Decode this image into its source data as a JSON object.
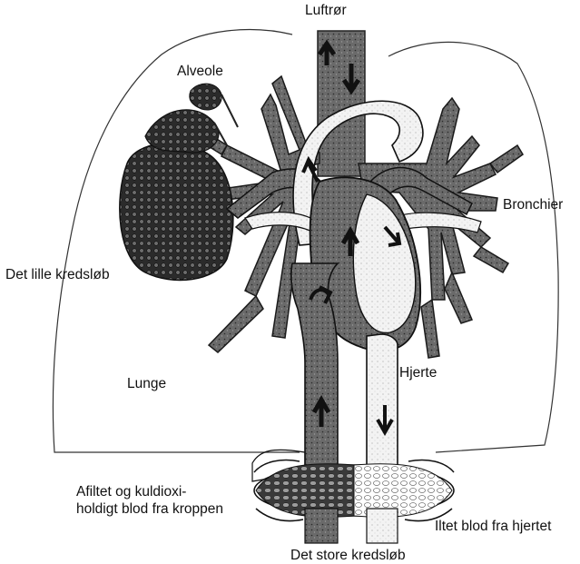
{
  "labels": {
    "trachea": "Luftrør",
    "alveole": "Alveole",
    "bronchier": "Bronchier",
    "small_circulation": "Det lille kredsløb",
    "lung": "Lunge",
    "heart": "Hjerte",
    "deoxygenated_line1": "Afiltet og kuldioxi-",
    "deoxygenated_line2": "holdigt blod fra kroppen",
    "oxygenated": "Iltet blod fra hjertet",
    "great_circulation": "Det store kredsløb"
  },
  "colors": {
    "ink": "#111111",
    "deoxygenated_vessel": "#5f5f5f",
    "oxygenated_vessel": "#ececec",
    "tissue_dark": "#2b2b2b",
    "outline": "#222222"
  }
}
